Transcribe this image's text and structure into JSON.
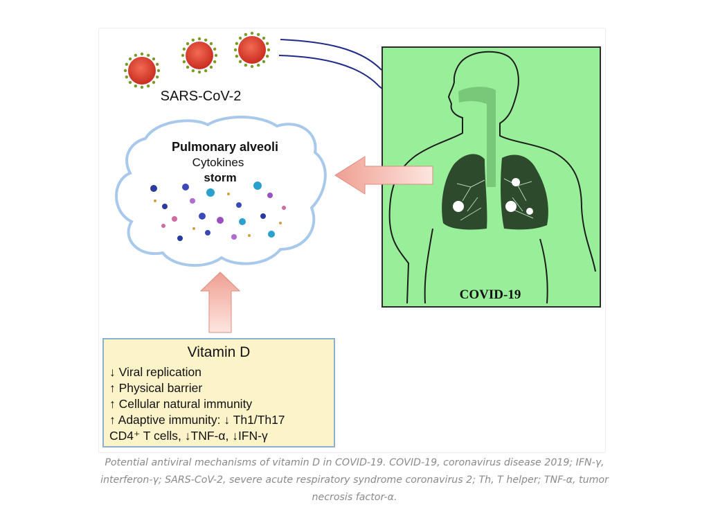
{
  "diagram": {
    "virus_label": "SARS-CoV-2",
    "alveoli_title": "Pulmonary alveoli",
    "alveoli_line2": "Cytokines",
    "alveoli_line3": "storm",
    "covid_label": "COVID-19",
    "vitamin_title": "Vitamin D",
    "vitamin_lines": [
      "↓ Viral replication",
      "↑ Physical barrier",
      "↑ Cellular natural immunity",
      "↑ Adaptive immunity: ↓ Th1/Th17",
      "CD4⁺ T cells, ↓TNF-α, ↓IFN-γ"
    ],
    "colors": {
      "panel_green": "#99ee99",
      "virus_red": "#d43a2a",
      "arrow_blue": "#1f2a8a",
      "arrow_pink": "#f3b3a8",
      "vitamin_box": "#fdf3c9"
    }
  },
  "caption": {
    "text": "Potential antiviral mechanisms of vitamin D in COVID-19. COVID-19, coronavirus disease 2019; IFN-γ, interferon-γ; SARS-CoV-2, severe acute respiratory syndrome coronavirus 2; Th, T helper; TNF-α, tumor necrosis factor-α."
  }
}
